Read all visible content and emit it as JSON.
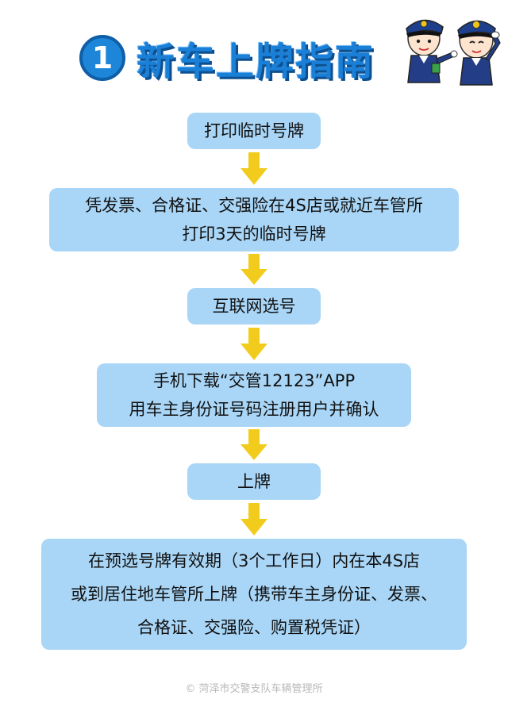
{
  "title": {
    "number": "1",
    "text": "新车上牌指南"
  },
  "steps": [
    {
      "lines": [
        "打印临时号牌"
      ]
    },
    {
      "lines": [
        "凭发票、合格证、交强险在4S店或就近车管所",
        "打印3天的临时号牌"
      ]
    },
    {
      "lines": [
        "互联网选号"
      ]
    },
    {
      "lines": [
        "手机下载“交管12123”APP",
        "用车主身份证号码注册用户并确认"
      ]
    },
    {
      "lines": [
        "上牌"
      ]
    },
    {
      "lines": [
        "在预选号牌有效期（3个工作日）内在本4S店",
        "或到居住地车管所上牌（携带车主身份证、发票、",
        "合格证、交强险、购置税凭证）"
      ]
    }
  ],
  "footer": "© 菏泽市交警支队车辆管理所",
  "colors": {
    "box": "#a9d6f7",
    "arrow": "#f2cc1c",
    "title": "#1a7fd6"
  },
  "icons": [
    "police-officer-salute-icon",
    "police-officer-point-icon"
  ]
}
